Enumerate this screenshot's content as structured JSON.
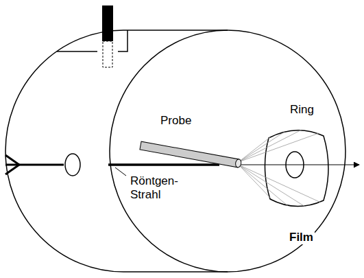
{
  "diagram": {
    "labels": [
      "Probe",
      "Ring",
      "Röntgen- Strahl",
      "Film"
    ]
  }
}
